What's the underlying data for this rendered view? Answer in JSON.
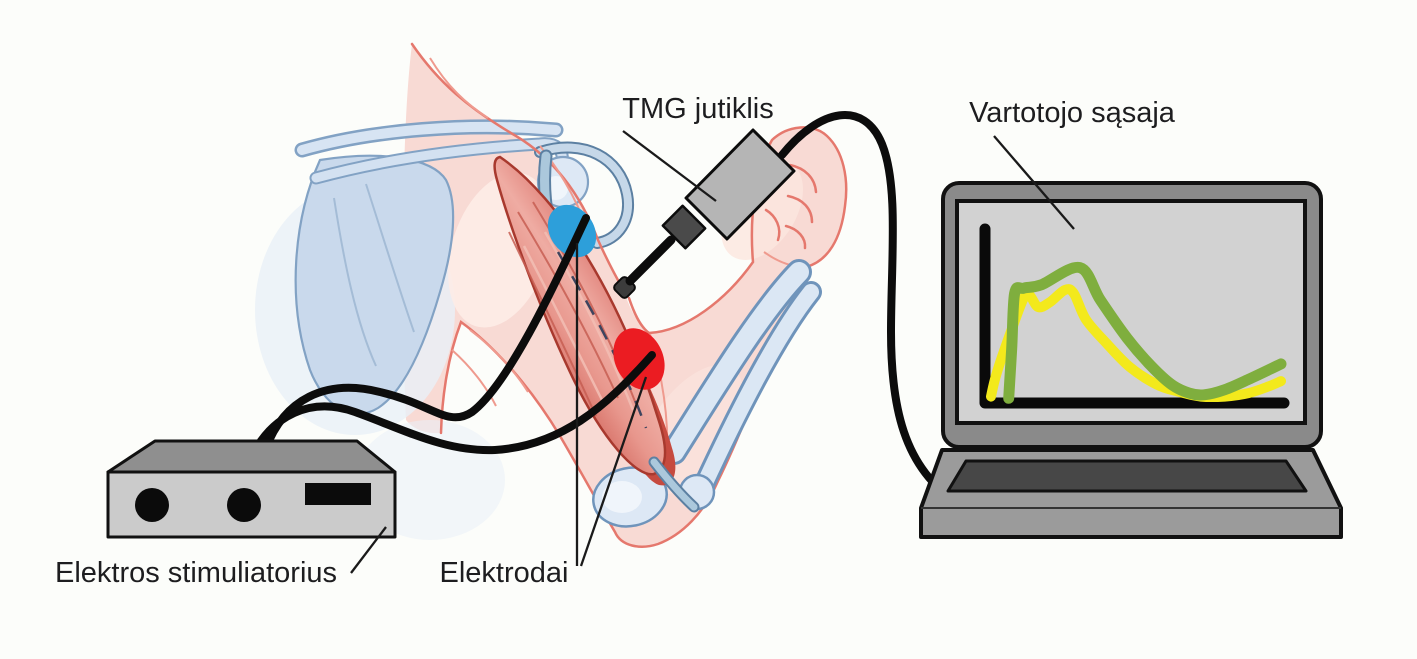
{
  "background_color": "#fcfdfa",
  "labels": {
    "tmg_sensor": "TMG jutiklis",
    "user_interface": "Vartotojo sąsaja",
    "stimulator": "Elektros stimuliatorius",
    "electrodes": "Elektrodai"
  },
  "colors": {
    "cable": "#0c0c0c",
    "skin": "#f8dad4",
    "skin_outline": "#e5786d",
    "bone_fill": "#dbe7f4",
    "bone_outline": "#6f94bb",
    "muscle_edge": "#c9544a",
    "muscle_center": "#efaca3",
    "electrode_blue": "#2d9fda",
    "electrode_red": "#eb1c22",
    "stimulator_front": "#cbcbcb",
    "stimulator_top": "#8f8f8f",
    "laptop_frame": "#8a8a8a",
    "laptop_screen": "#d2d2d2",
    "curve_green": "#7fae3e",
    "curve_yellow": "#f3e91c"
  },
  "chart_data": {
    "type": "line",
    "description": "Muscle displacement-time response curves shown on the laptop user interface",
    "title": "",
    "xlabel": "",
    "ylabel": "",
    "x_range": [
      0,
      100
    ],
    "y_range": [
      0,
      100
    ],
    "grid": false,
    "legend": "none",
    "series": [
      {
        "name": "curve-yellow",
        "color": "#f3e91c",
        "points": [
          [
            1,
            2
          ],
          [
            3,
            16
          ],
          [
            8,
            41
          ],
          [
            12,
            59
          ],
          [
            14,
            61
          ],
          [
            17,
            54
          ],
          [
            21,
            57
          ],
          [
            26,
            64
          ],
          [
            29,
            62
          ],
          [
            33,
            47
          ],
          [
            40,
            33
          ],
          [
            48,
            19
          ],
          [
            57,
            9
          ],
          [
            64,
            5
          ],
          [
            72,
            2
          ],
          [
            80,
            2
          ],
          [
            88,
            4
          ],
          [
            95,
            8
          ],
          [
            99,
            11
          ]
        ]
      },
      {
        "name": "curve-green",
        "color": "#7fae3e",
        "points": [
          [
            7,
            1
          ],
          [
            8,
            30
          ],
          [
            9,
            62
          ],
          [
            12,
            65
          ],
          [
            18,
            67
          ],
          [
            31,
            77
          ],
          [
            38,
            58
          ],
          [
            47,
            36
          ],
          [
            55,
            20
          ],
          [
            62,
            9
          ],
          [
            68,
            4
          ],
          [
            73,
            3
          ],
          [
            80,
            6
          ],
          [
            88,
            12
          ],
          [
            99,
            21
          ]
        ]
      }
    ]
  }
}
